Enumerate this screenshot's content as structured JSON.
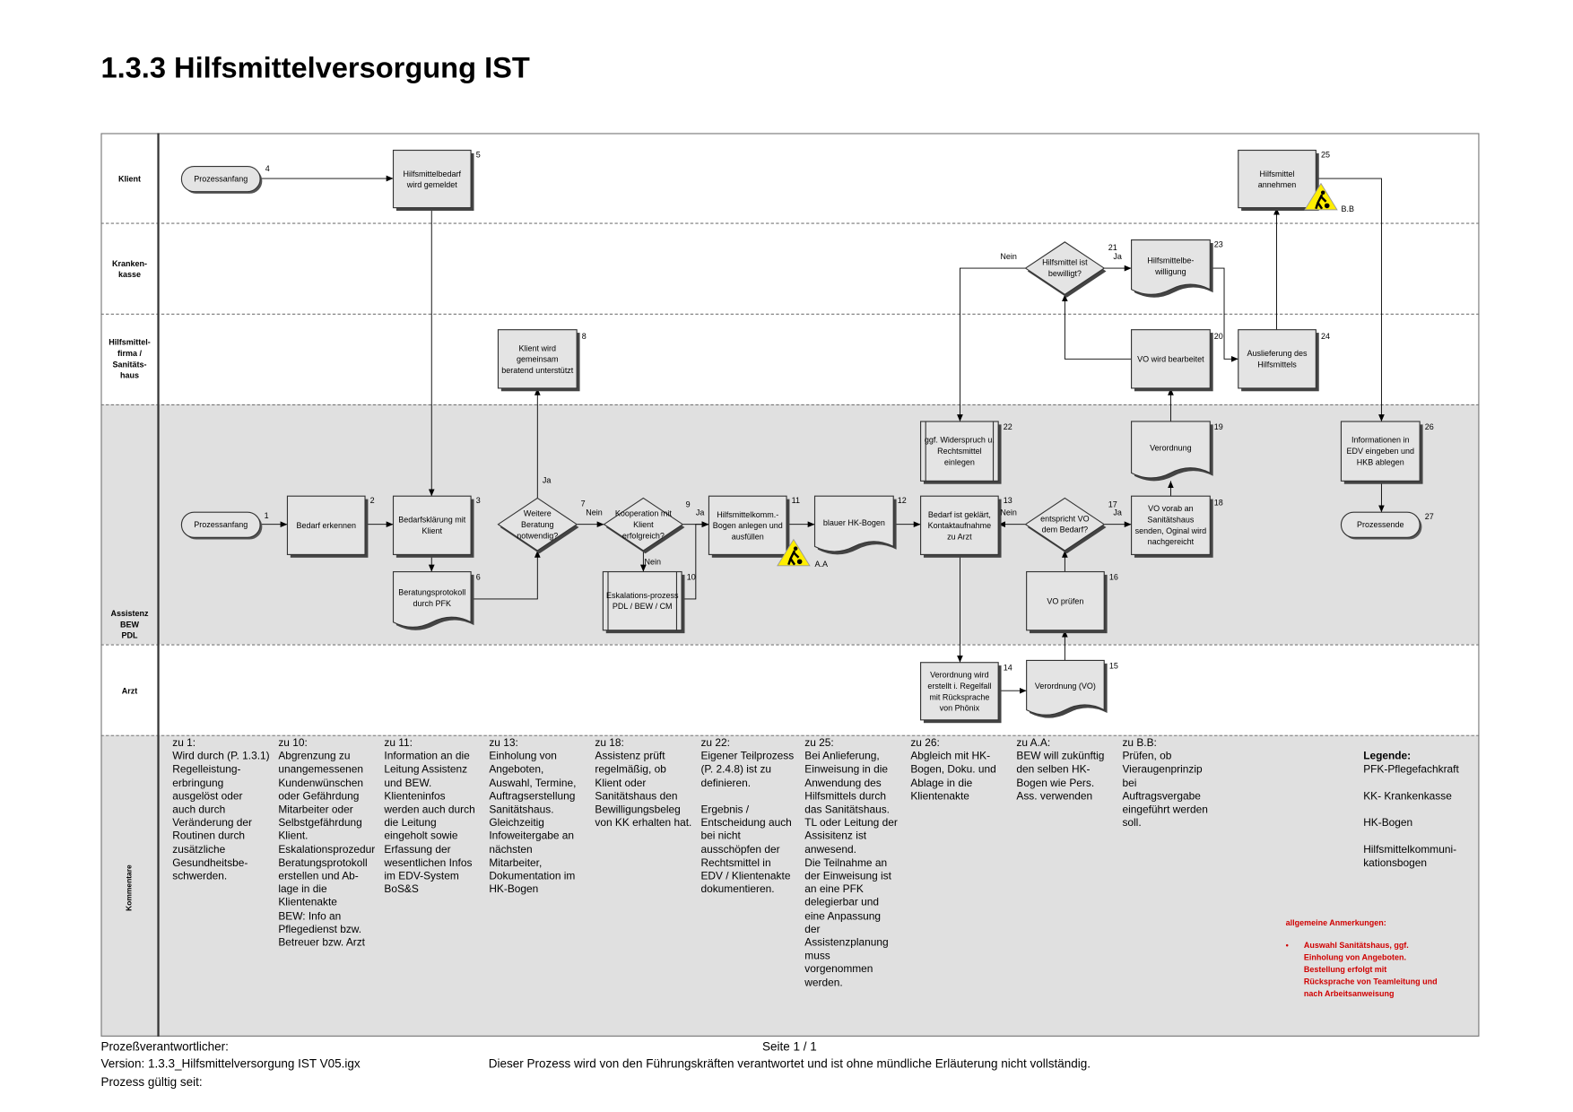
{
  "title": "1.3.3 Hilfsmittelversorgung IST",
  "lanes": {
    "klient": "Klient",
    "krankenkasse": "Kranken-\nkasse",
    "hilfsmittelfirma": "Hilfsmittel-\nfirma /\nSanitäts-\nhaus",
    "assistenz": "Assistenz\nBEW\nPDL",
    "arzt": "Arzt",
    "kommentare": "Kommentare"
  },
  "nodes": {
    "n4": {
      "label": "Prozessanfang",
      "number": "4"
    },
    "n5": {
      "label": "Hilfsmittelbedarf wird gemeldet",
      "number": "5"
    },
    "n25": {
      "label": "Hilfsmittel annehmen",
      "number": "25"
    },
    "n21": {
      "label": "Hilfsmittel ist bewilligt?",
      "number": "21"
    },
    "n23": {
      "label": "Hilfsmittelbe-willigung",
      "number": "23"
    },
    "n8": {
      "label": "Klient wird gemeinsam beratend unterstützt",
      "number": "8"
    },
    "n20": {
      "label": "VO wird bearbeitet",
      "number": "20"
    },
    "n24": {
      "label": "Auslieferung des Hilfsmittels",
      "number": "24"
    },
    "n22": {
      "label": "ggf. Widerspruch u. Rechtsmittel einlegen",
      "number": "22"
    },
    "n19": {
      "label": "Verordnung",
      "number": "19"
    },
    "n26": {
      "label": "Informationen in EDV eingeben und HKB ablegen",
      "number": "26"
    },
    "n1": {
      "label": "Prozessanfang",
      "number": "1"
    },
    "n2": {
      "label": "Bedarf erkennen",
      "number": "2"
    },
    "n3": {
      "label": "Bedarfsklärung mit Klient",
      "number": "3"
    },
    "n7": {
      "label": "Weitere Beratung notwendig?",
      "number": "7"
    },
    "n9": {
      "label": "Kooperation mit Klient erfolgreich?",
      "number": "9"
    },
    "n11": {
      "label": "Hilfsmittelkomm.-Bogen anlegen und ausfüllen",
      "number": "11"
    },
    "n12": {
      "label": "blauer HK-Bogen",
      "number": "12"
    },
    "n13": {
      "label": "Bedarf ist geklärt, Kontaktaufnahme zu Arzt",
      "number": "13"
    },
    "n17": {
      "label": "entspricht VO dem Bedarf?",
      "number": "17"
    },
    "n18": {
      "label": "VO vorab an Sanitätshaus senden, Oginal wird nachgereicht",
      "number": "18"
    },
    "n27": {
      "label": "Prozessende",
      "number": "27"
    },
    "n6": {
      "label": "Beratungsprotokoll durch PFK",
      "number": "6"
    },
    "n10": {
      "label": "Eskalations-prozess PDL / BEW / CM",
      "number": "10"
    },
    "n16": {
      "label": "VO prüfen",
      "number": "16"
    },
    "n14": {
      "label": "Verordnung wird erstellt i. Regelfall mit Rücksprache von Phönix",
      "number": "14"
    },
    "n15": {
      "label": "Verordnung (VO)",
      "number": "15"
    }
  },
  "edge_labels": {
    "ja7": "Ja",
    "nein7": "Nein",
    "ja9": "Ja",
    "nein9": "Nein",
    "nein13": "Nein",
    "ja17": "Ja",
    "ja21": "Ja",
    "nein21": "Nein"
  },
  "markers": {
    "aa": "A.A",
    "bb": "B.B"
  },
  "comments": [
    "zu 1:\nWird durch (P. 1.3.1)\nRegelleistung-\nerbringung\nausgelöst oder\nauch durch\nVeränderung der\nRoutinen durch\nzusätzliche\nGesundheitsbe-\nschwerden.",
    "zu 10:\nAbgrenzung zu\nunangemessenen\nKundenwünschen\noder Gefährdung\nMitarbeiter oder\nSelbstgefährdung\nKlient.\nEskalationsprozedur\nBeratungsprotokoll\nerstellen und Ab-\nlage in die\nKlientenakte\nBEW: Info an\nPflegedienst bzw.\nBetreuer bzw. Arzt",
    "zu 11:\nInformation an die\nLeitung Assistenz\nund BEW.\nKlienteninfos\nwerden auch durch\ndie Leitung\neingeholt sowie\nErfassung der\nwesentlichen Infos\nim EDV-System\nBoS&S",
    "zu 13:\nEinholung von\nAngeboten,\nAuswahl, Termine,\nAuftragserstellung\nSanitätshaus.\nGleichzeitig\nInfoweitergabe an\nnächsten\nMitarbeiter,\nDokumentation im\nHK-Bogen",
    "zu 18:\nAssistenz prüft\nregelmäßig, ob\nKlient oder\nSanitätshaus den\nBewilligungsbeleg\nvon KK erhalten hat.",
    "zu 22:\nEigener Teilprozess\n(P. 2.4.8) ist zu\ndefinieren.\n\nErgebnis /\nEntscheidung auch\nbei nicht\nausschöpfen der\nRechtsmittel in\nEDV / Klientenakte\ndokumentieren.",
    "zu 25:\nBei Anlieferung,\nEinweisung in die\nAnwendung des\nHilfsmittels durch\ndas Sanitätshaus.\nTL oder Leitung der\nAssisitenz ist\nanwesend.\nDie Teilnahme an\nder Einweisung ist\nan eine PFK\ndelegierbar und\neine Anpassung\nder\nAssistenzplanung\nmuss\nvorgenommen\nwerden.",
    "zu 26:\nAbgleich mit HK-\nBogen, Doku. und\nAblage in die\nKlientenakte",
    "zu A.A:\nBEW will zukünftig\nden selben HK-\nBogen wie Pers.\nAss. verwenden",
    "zu B.B:\nPrüfen, ob\nVieraugenprinzip\nbei\nAuftragsvergabe\neingeführt werden\nsoll."
  ],
  "legend": {
    "title": "Legende:",
    "items": [
      "PFK-Pflegefachkraft",
      "KK- Krankenkasse",
      "HK-Bogen",
      "Hilfsmittelkommuni-\nkationsbogen"
    ]
  },
  "notes": {
    "title": "allgemeine Anmerkungen:",
    "bullet": "•",
    "text": "Auswahl Sanitätshaus, ggf.\nEinholung von Angeboten.\nBestellung erfolgt mit\nRücksprache von Teamleitung und\nnach Arbeitsanweisung"
  },
  "footer": {
    "owner": "Prozeßverantwortlicher:",
    "version": "Version: 1.3.3_Hilfsmittelversorgung IST V05.igx",
    "valid": "Prozess gültig seit:",
    "page": "Seite 1 / 1",
    "disclaimer": "Dieser Prozess wird von den Führungskräften verantwortet und ist ohne mündliche Erläuterung nicht vollständig."
  },
  "colors": {
    "lane_gray": "#e0e0e0",
    "box_fill": "#e4e4e4",
    "warning": "#ffee00",
    "notes_red": "#d00000"
  }
}
